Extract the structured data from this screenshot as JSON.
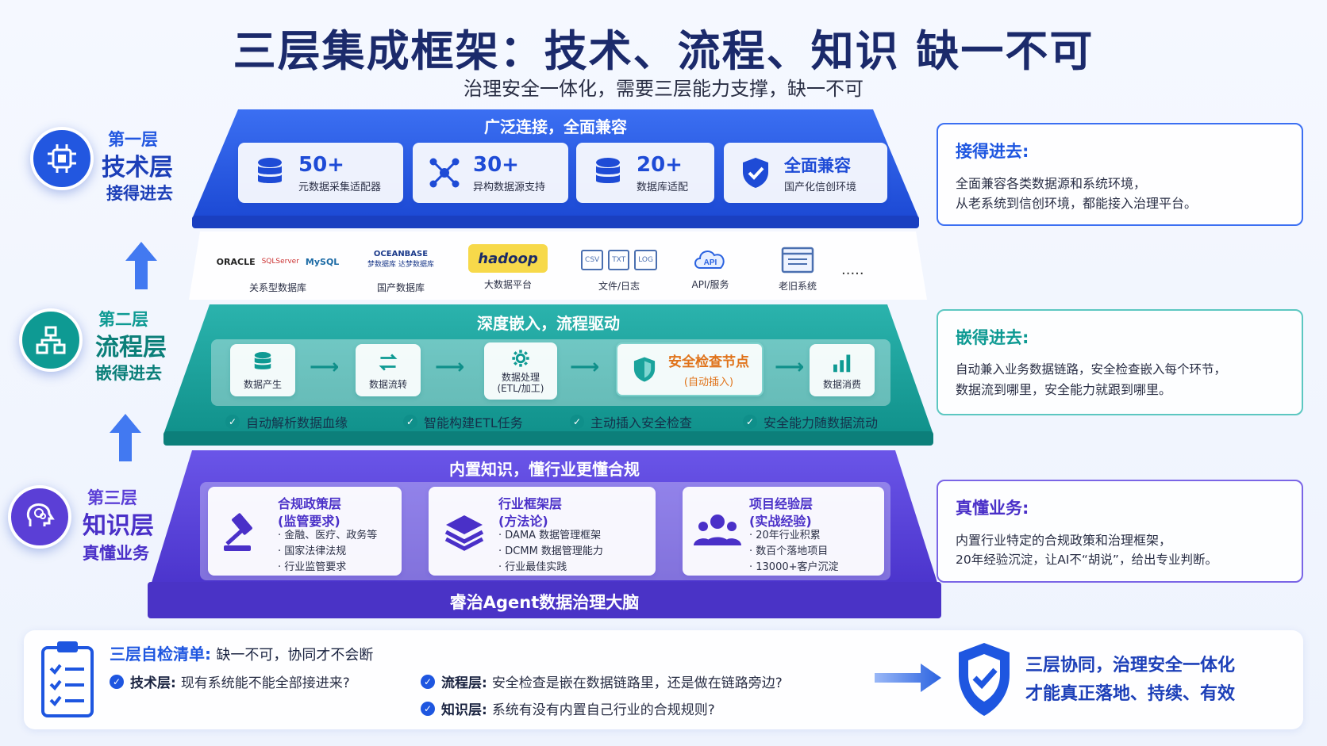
{
  "header": {
    "title": "三层集成框架：技术、流程、知识 缺一不可",
    "subtitle": "治理安全一体化，需要三层能力支撑，缺一不可"
  },
  "layers": [
    {
      "num": "第一层",
      "name": "技术层",
      "tag": "接得进去",
      "color": "#2257e0"
    },
    {
      "num": "第二层",
      "name": "流程层",
      "tag": "嵌得进去",
      "color": "#0e9a93"
    },
    {
      "num": "第三层",
      "name": "知识层",
      "tag": "真懂业务",
      "color": "#5b3fd6"
    }
  ],
  "tier1": {
    "head": "广泛连接，全面兼容",
    "stats": [
      {
        "big": "50+",
        "small": "元数据采集适配器",
        "icon": "database-icon"
      },
      {
        "big": "30+",
        "small": "异构数据源支持",
        "icon": "network-icon"
      },
      {
        "big": "20+",
        "small": "数据库适配",
        "icon": "database-icon"
      },
      {
        "big": "全面兼容",
        "small": "国产化信创环境",
        "icon": "shield-check-icon"
      }
    ],
    "sources": [
      {
        "label": "关系型数据库",
        "logos": [
          "ORACLE",
          "SQLServer",
          "MySQL"
        ]
      },
      {
        "label": "国产数据库",
        "logos": [
          "OCEANBASE",
          "梦数据库",
          "达梦数据库"
        ]
      },
      {
        "label": "大数据平台",
        "logos": [
          "hadoop"
        ]
      },
      {
        "label": "文件/日志",
        "logos": [
          "CSV",
          "TXT",
          "LOG"
        ]
      },
      {
        "label": "API/服务",
        "logos": [
          "API"
        ]
      },
      {
        "label": "老旧系统",
        "logos": []
      }
    ],
    "more": "....."
  },
  "tier2": {
    "head": "深度嵌入，流程驱动",
    "steps": [
      {
        "label": "数据产生",
        "icon": "database-icon"
      },
      {
        "label": "数据流转",
        "icon": "swap-arrows-icon"
      },
      {
        "label": "数据处理\n(ETL/加工)",
        "icon": "gear-icon"
      },
      {
        "label": "安全检查节点",
        "sub": "(自动插入)",
        "icon": "shield-icon"
      },
      {
        "label": "数据消费",
        "icon": "bar-chart-icon"
      }
    ],
    "checks": [
      "自动解析数据血缘",
      "智能构建ETL任务",
      "主动插入安全检查",
      "安全能力随数据流动"
    ]
  },
  "tier3": {
    "head": "内置知识，懂行业更懂合规",
    "cards": [
      {
        "title": "合规政策层",
        "sub": "(监管要求)",
        "items": [
          "· 金融、医疗、政务等",
          "· 国家法律法规",
          "· 行业监管要求"
        ],
        "icon": "gavel-icon"
      },
      {
        "title": "行业框架层",
        "sub": "(方法论)",
        "items": [
          "· DAMA 数据管理框架",
          "· DCMM 数据管理能力",
          "· 行业最佳实践"
        ],
        "icon": "layers-icon"
      },
      {
        "title": "项目经验层",
        "sub": "(实战经验)",
        "items": [
          "· 20年行业积累",
          "· 数百个落地项目",
          "· 13000+客户沉淀"
        ],
        "icon": "people-icon"
      }
    ],
    "base": "睿治Agent数据治理大脑"
  },
  "side": [
    {
      "title": "接得进去:",
      "body": [
        "全面兼容各类数据源和系统环境，",
        "从老系统到信创环境，都能接入治理平台。"
      ],
      "color": "#1e56e0"
    },
    {
      "title": "嵌得进去:",
      "body": [
        "自动兼入业务数据链路，安全检查嵌入每个环节，",
        "数据流到哪里，安全能力就跟到哪里。"
      ],
      "color": "#0e9a93"
    },
    {
      "title": "真懂业务:",
      "body": [
        "内置行业特定的合规政策和治理框架，",
        "20年经验沉淀，让AI不“胡说”，给出专业判断。"
      ],
      "color": "#5b3fd6"
    }
  ],
  "checklist": {
    "title_key": "三层自检清单:",
    "title_rest": "缺一不可，协同才不会断",
    "items": [
      {
        "key": "技术层:",
        "text": "现有系统能不能全部接进来?"
      },
      {
        "key": "流程层:",
        "text": "安全检查是嵌在数据链路里，还是做在链路旁边?"
      },
      {
        "key": "知识层:",
        "text": "系统有没有内置自己行业的合规规则?"
      }
    ],
    "conclusion": [
      "三层协同，治理安全一体化",
      "才能真正落地、持续、有效"
    ]
  }
}
